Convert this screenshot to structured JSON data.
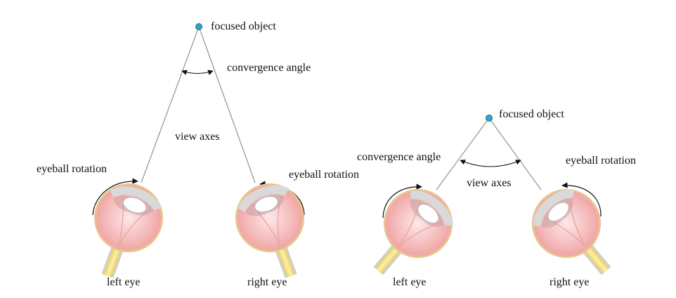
{
  "diagrams": [
    {
      "id": "far",
      "focused_object": "focused object",
      "convergence_angle": "convergence angle",
      "view_axes": "view axes",
      "left_rotation": "eyeball rotation",
      "right_rotation": "eyeball rotation",
      "left_eye": "left eye",
      "right_eye": "right eye"
    },
    {
      "id": "near",
      "focused_object": "focused object",
      "convergence_angle": "convergence angle",
      "view_axes": "view axes",
      "right_rotation": "eyeball rotation",
      "left_eye": "left eye",
      "right_eye": "right eye"
    }
  ],
  "colors": {
    "object_dot": "#2aa6c9",
    "axis_line": "#9a9a9a",
    "eyeball_fill": "#f4b6b6",
    "eyeball_center": "#fde8e8",
    "eyeball_rim": "#e2b27a",
    "sclera": "#dcdcdc",
    "lens": "#ffffff",
    "optic_nerve": "#f3e08a",
    "arrow": "#111111"
  }
}
